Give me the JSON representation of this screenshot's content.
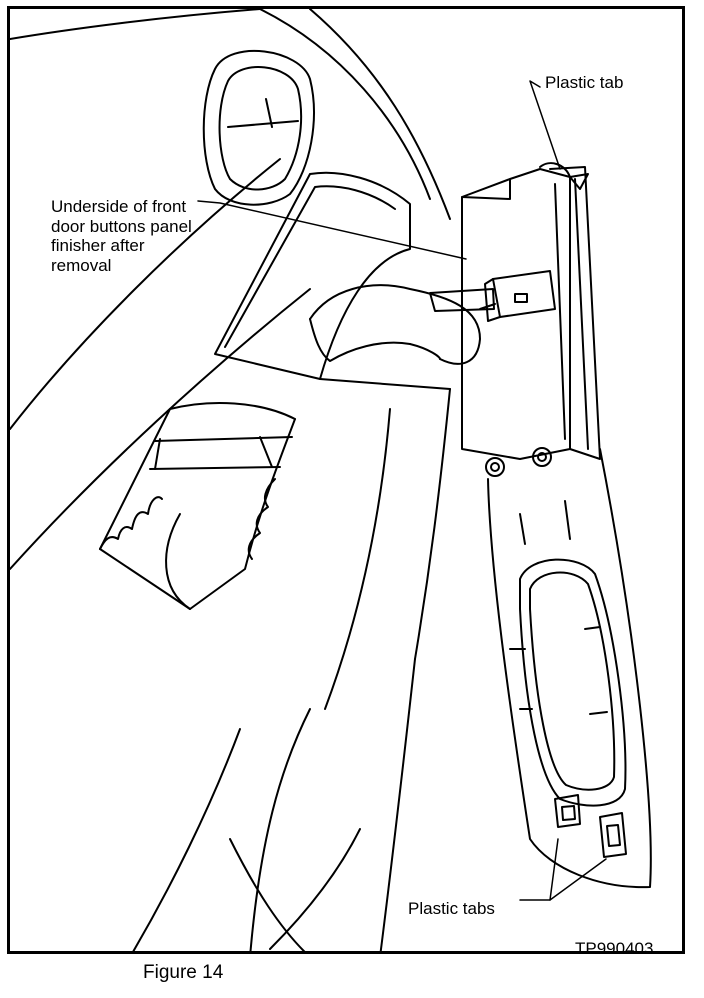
{
  "figure": {
    "caption": "Figure 14",
    "code": "TP990403"
  },
  "callouts": {
    "plastic_tab": "Plastic tab",
    "underside_panel": "Underside of front door buttons panel finisher after removal",
    "plastic_tabs": "Plastic tabs"
  },
  "colors": {
    "line": "#000000",
    "background": "#ffffff"
  }
}
